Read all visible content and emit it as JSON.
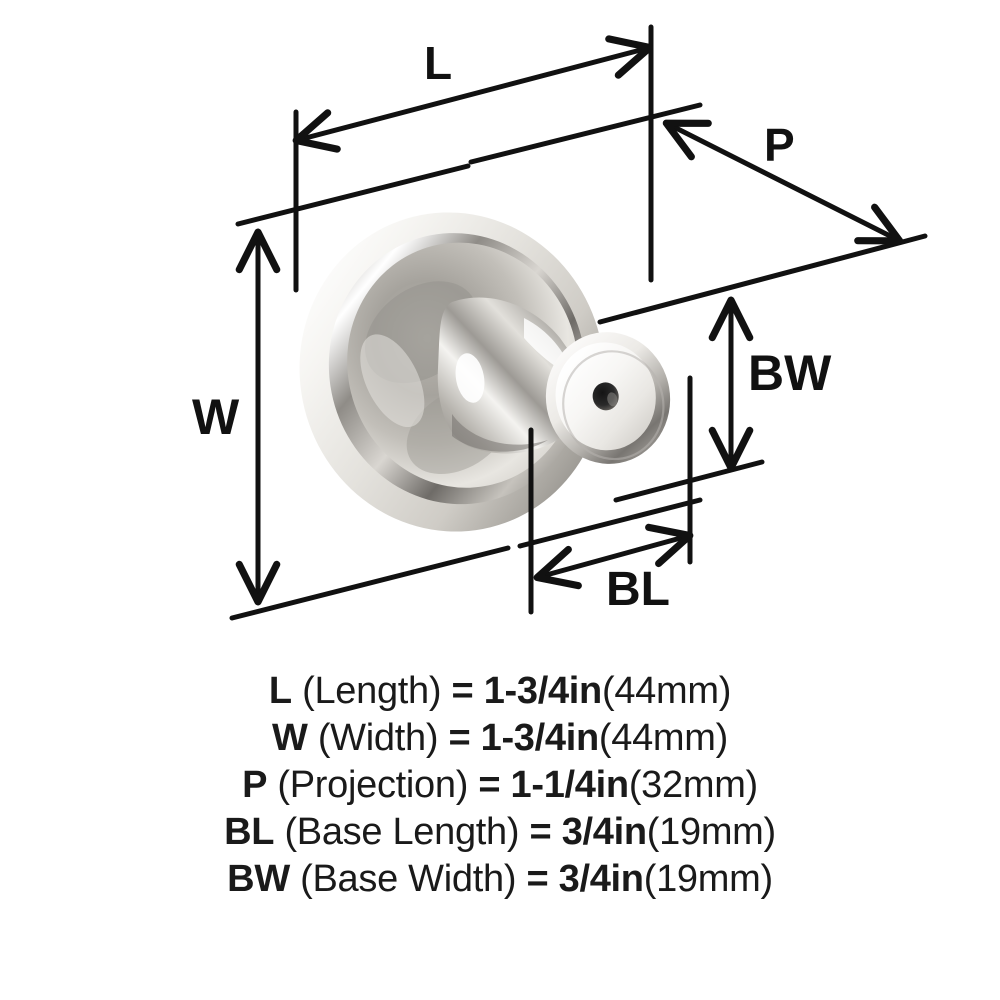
{
  "product": {
    "type": "cabinet-knob-with-rosette",
    "finish_description": "polished chrome",
    "colors": {
      "line": "#111111",
      "metal_light": "#f2f1ee",
      "metal_mid": "#c9c6c0",
      "metal_dark": "#6f6c68",
      "metal_shadow": "#8e8b86",
      "screw_hole": "#2b2b2b",
      "background": "#ffffff"
    }
  },
  "dimension_labels": {
    "length": "L",
    "projection": "P",
    "width": "W",
    "base_width": "BW",
    "base_length": "BL"
  },
  "specs": [
    {
      "code": "L",
      "name": "(Length)",
      "equals": "=",
      "imperial": "1-3/4in",
      "metric": "(44mm)"
    },
    {
      "code": "W",
      "name": "(Width)",
      "equals": "=",
      "imperial": "1-3/4in",
      "metric": "(44mm)"
    },
    {
      "code": "P",
      "name": "(Projection)",
      "equals": "=",
      "imperial": "1-1/4in",
      "metric": "(32mm)"
    },
    {
      "code": "BL",
      "name": "(Base Length)",
      "equals": "=",
      "imperial": "3/4in",
      "metric": "(19mm)"
    },
    {
      "code": "BW",
      "name": "(Base Width)",
      "equals": "=",
      "imperial": "3/4in",
      "metric": "(19mm)"
    }
  ]
}
